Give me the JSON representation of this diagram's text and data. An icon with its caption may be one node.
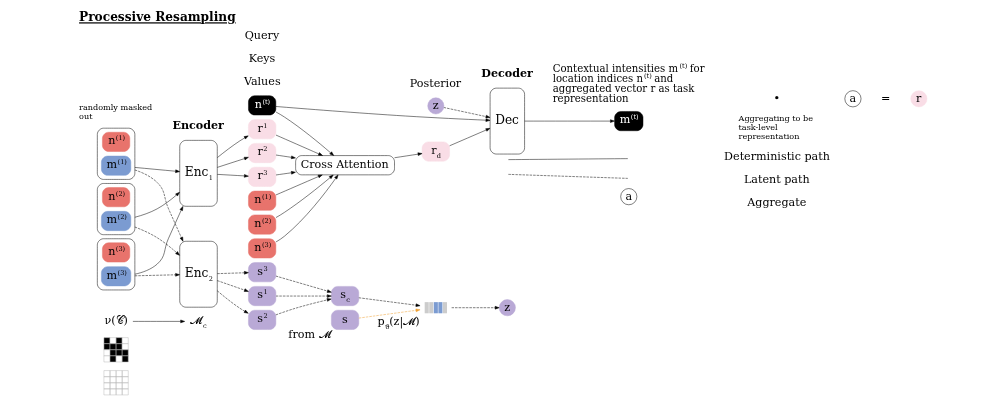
{
  "diagram": {
    "title": "Processive Resampling",
    "nodes": [
      {
        "text": [],
        "shape": "picture"
      },
      {
        "text": [],
        "shape": "picture"
      },
      {
        "text": [
          "ν(𝒞)"
        ]
      },
      {
        "text": [
          "𝓜$_{c}$"
        ]
      },
      {
        "text": [],
        "shape": "box"
      },
      {
        "text": [
          "n$^{(1)}$"
        ],
        "in": 4
      },
      {
        "text": [
          "m$^{(1)}$"
        ],
        "in": 4
      },
      {
        "text": [],
        "shape": "box"
      },
      {
        "text": [
          "n$^{(2)}$"
        ],
        "in": 7
      },
      {
        "text": [
          "m$^{(2)}$"
        ],
        "in": 7
      },
      {
        "text": [],
        "shape": "box"
      },
      {
        "text": [
          "n$^{(3)}$"
        ],
        "in": 10
      },
      {
        "text": [
          "m$^{(3)}$"
        ],
        "in": 10
      },
      {
        "text": [
          "Enc$_{1}$"
        ]
      },
      {
        "text": [
          "Enc$_{2}$"
        ]
      },
      {
        "text": [
          "r$^{1}$"
        ]
      },
      {
        "text": [
          "r$^{2}$"
        ]
      },
      {
        "text": [
          "r$^{3}$"
        ]
      },
      {
        "text": [
          "s$^{1}$"
        ]
      },
      {
        "text": [
          "s$^{2}$"
        ]
      },
      {
        "text": [
          "s$^{3}$"
        ]
      },
      {
        "text": [
          "n$^{(1)}$"
        ]
      },
      {
        "text": [
          "n$^{(2)}$"
        ]
      },
      {
        "text": [
          "n$^{(3)}$"
        ]
      },
      {
        "text": [
          "Cross Attention"
        ]
      },
      {
        "text": [
          "n$^{(t)}$"
        ]
      },
      {
        "text": [
          "r$_{d}$"
        ]
      },
      {
        "text": [
          "z"
        ]
      },
      {
        "text": [
          "s$_{c}$"
        ]
      },
      {
        "text": [],
        "shape": "picture",
        "beside": [
          "p$_{ϑ}$(z|𝓜)"
        ]
      },
      {
        "text": [
          "s"
        ],
        "beside": [
          "from 𝓜"
        ]
      },
      {
        "text": [
          "z"
        ]
      },
      {
        "text": [
          "Dec"
        ]
      },
      {
        "text": [
          "m$^{(t)}$"
        ]
      },
      {
        "text": [
          "a"
        ]
      },
      {
        "text": [
          "r"
        ]
      },
      {
        "text": [
          "a"
        ]
      }
    ],
    "edges": [
      {
        "from": 2,
        "to": 3,
        "arrow": "to"
      },
      {
        "from": 4,
        "to": 13,
        "arrow": "to"
      },
      {
        "from": 7,
        "to": 13,
        "arrow": "to"
      },
      {
        "from": 10,
        "to": 13,
        "arrow": "to"
      },
      {
        "from": 4,
        "to": 14,
        "arrow": "to",
        "style": "dashed"
      },
      {
        "from": 7,
        "to": 14,
        "arrow": "to",
        "style": "dashed"
      },
      {
        "from": 10,
        "to": 14,
        "arrow": "to",
        "style": "dashed"
      },
      {
        "from": 13,
        "to": 15,
        "arrow": "to"
      },
      {
        "from": 13,
        "to": 16,
        "arrow": "to"
      },
      {
        "from": 13,
        "to": 17,
        "arrow": "to"
      },
      {
        "from": 14,
        "to": 18,
        "arrow": "to",
        "style": "dashed"
      },
      {
        "from": 14,
        "to": 19,
        "arrow": "to",
        "style": "dashed"
      },
      {
        "from": 14,
        "to": 20,
        "arrow": "to",
        "style": "dashed"
      },
      {
        "from": 15,
        "to": 24,
        "arrow": "to"
      },
      {
        "from": 16,
        "to": 24,
        "arrow": "to"
      },
      {
        "from": 17,
        "to": 24,
        "arrow": "to"
      },
      {
        "from": 21,
        "to": 24,
        "arrow": "to"
      },
      {
        "from": 22,
        "to": 24,
        "arrow": "to"
      },
      {
        "from": 23,
        "to": 24,
        "arrow": "to"
      },
      {
        "from": 25,
        "to": 24,
        "arrow": "to"
      },
      {
        "from": 24,
        "to": 26,
        "arrow": "to"
      },
      {
        "from": 25,
        "to": 32,
        "arrow": "to"
      },
      {
        "from": 26,
        "to": 32,
        "arrow": "to"
      },
      {
        "from": 27,
        "to": 32,
        "arrow": "to",
        "style": "dashed"
      },
      {
        "from": 32,
        "to": 33,
        "arrow": "to"
      },
      {
        "from": 18,
        "to": 28,
        "arrow": "to",
        "style": "dashed"
      },
      {
        "from": 19,
        "to": 28,
        "arrow": "to",
        "style": "dashed"
      },
      {
        "from": 20,
        "to": 28,
        "arrow": "to",
        "style": "dashed"
      },
      {
        "from": 28,
        "to": 29,
        "arrow": "to",
        "style": "dashed"
      },
      {
        "from": 30,
        "to": 29,
        "arrow": "to",
        "style": "dashed",
        "color": "#f0a030"
      },
      {
        "from": 29,
        "to": 31,
        "arrow": "to",
        "style": "dashed"
      }
    ],
    "labels": [
      "Encoder",
      "Values",
      "Keys",
      "Query",
      "Decoder",
      "randomly masked out",
      "Contextual intensities m$^{(t)}$ for location indices n$^{(t)}$ and aggregated vector r as task representation",
      "•",
      "=",
      "Aggregating to be task-level representation",
      "Posterior"
    ],
    "legend": [
      {
        "text": "Deterministic path"
      },
      {
        "text": "Latent path"
      },
      {
        "text": "Aggregate"
      }
    ]
  }
}
